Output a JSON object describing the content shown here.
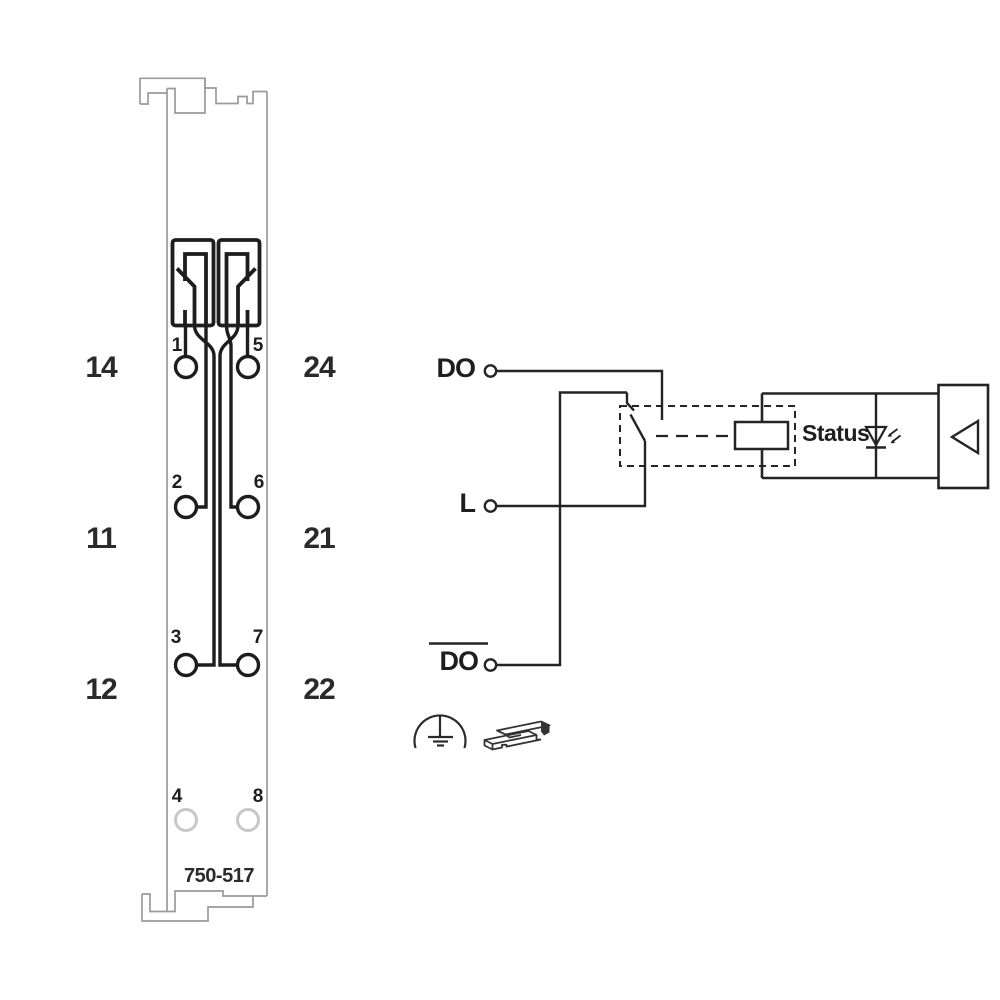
{
  "module": {
    "model": "750-517",
    "contact_numbers": [
      "1",
      "2",
      "3",
      "4",
      "5",
      "6",
      "7",
      "8"
    ],
    "left_terminal_labels": [
      "14",
      "11",
      "12"
    ],
    "right_terminal_labels": [
      "24",
      "21",
      "22"
    ]
  },
  "schematic": {
    "output_label": "DO",
    "supply_label": "L",
    "output_inverted_label": "DO",
    "status_led_label": "Status"
  },
  "colors": {
    "ink": "#222222",
    "light_outline": "#9a9a9a",
    "inactive_terminal": "#c7c7c7",
    "background": "#ffffff"
  }
}
